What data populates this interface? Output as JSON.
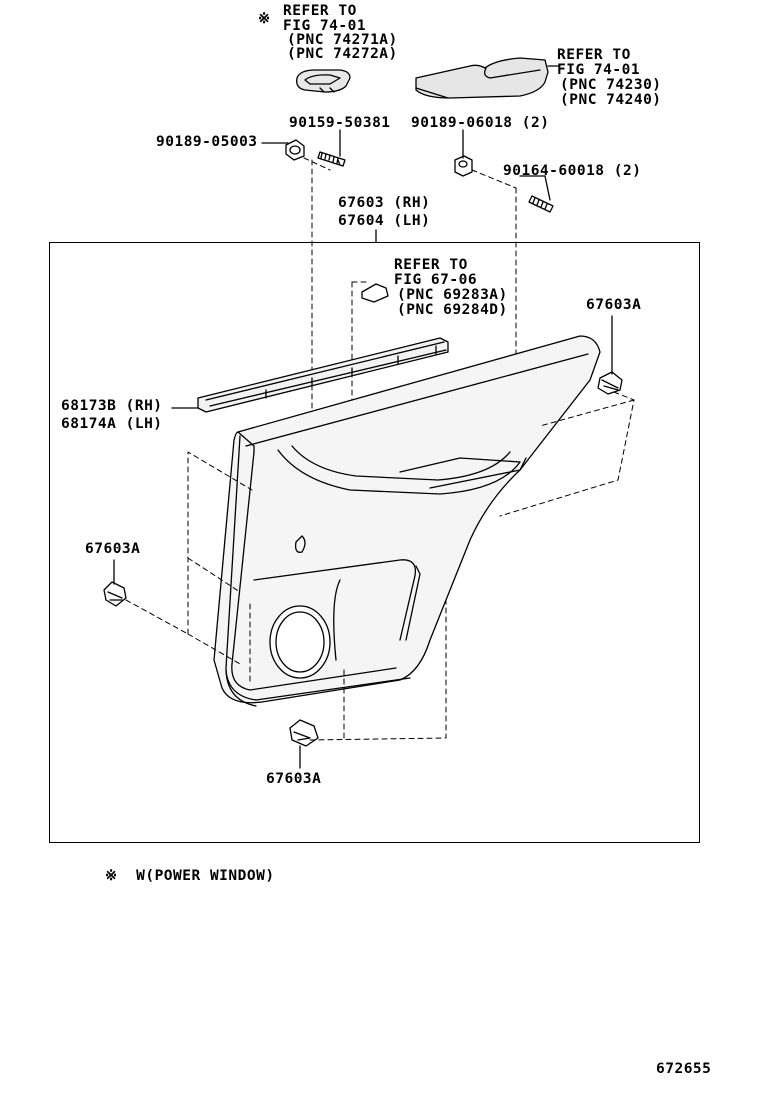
{
  "labels": {
    "ref_window_switch": {
      "mark": "※",
      "line1": "REFER TO",
      "line2": "FIG 74-01",
      "line3": "(PNC 74271A)",
      "line4": "(PNC 74272A)"
    },
    "ref_handle": {
      "line1": "REFER TO",
      "line2": "FIG 74-01",
      "line3": "(PNC 74230)",
      "line4": "(PNC 74240)"
    },
    "part_90159": "90159-50381",
    "part_90189_05003": "90189-05003",
    "part_90189_06018": "90189-06018 (2)",
    "part_90164": "90164-60018 (2)",
    "panel_rh": "67603 (RH)",
    "panel_lh": "67604 (LH)",
    "ref_lamp": {
      "line1": "REFER TO",
      "line2": "FIG 67-06",
      "line3": "(PNC 69283A)",
      "line4": "(PNC 69284D)"
    },
    "clip_right": "67603A",
    "weatherstrip_rh": "68173B (RH)",
    "weatherstrip_lh": "68174A (LH)",
    "clip_left": "67603A",
    "clip_bottom": "67603A",
    "footnote": "※  W(POWER WINDOW)",
    "diagram_no": "672655"
  }
}
